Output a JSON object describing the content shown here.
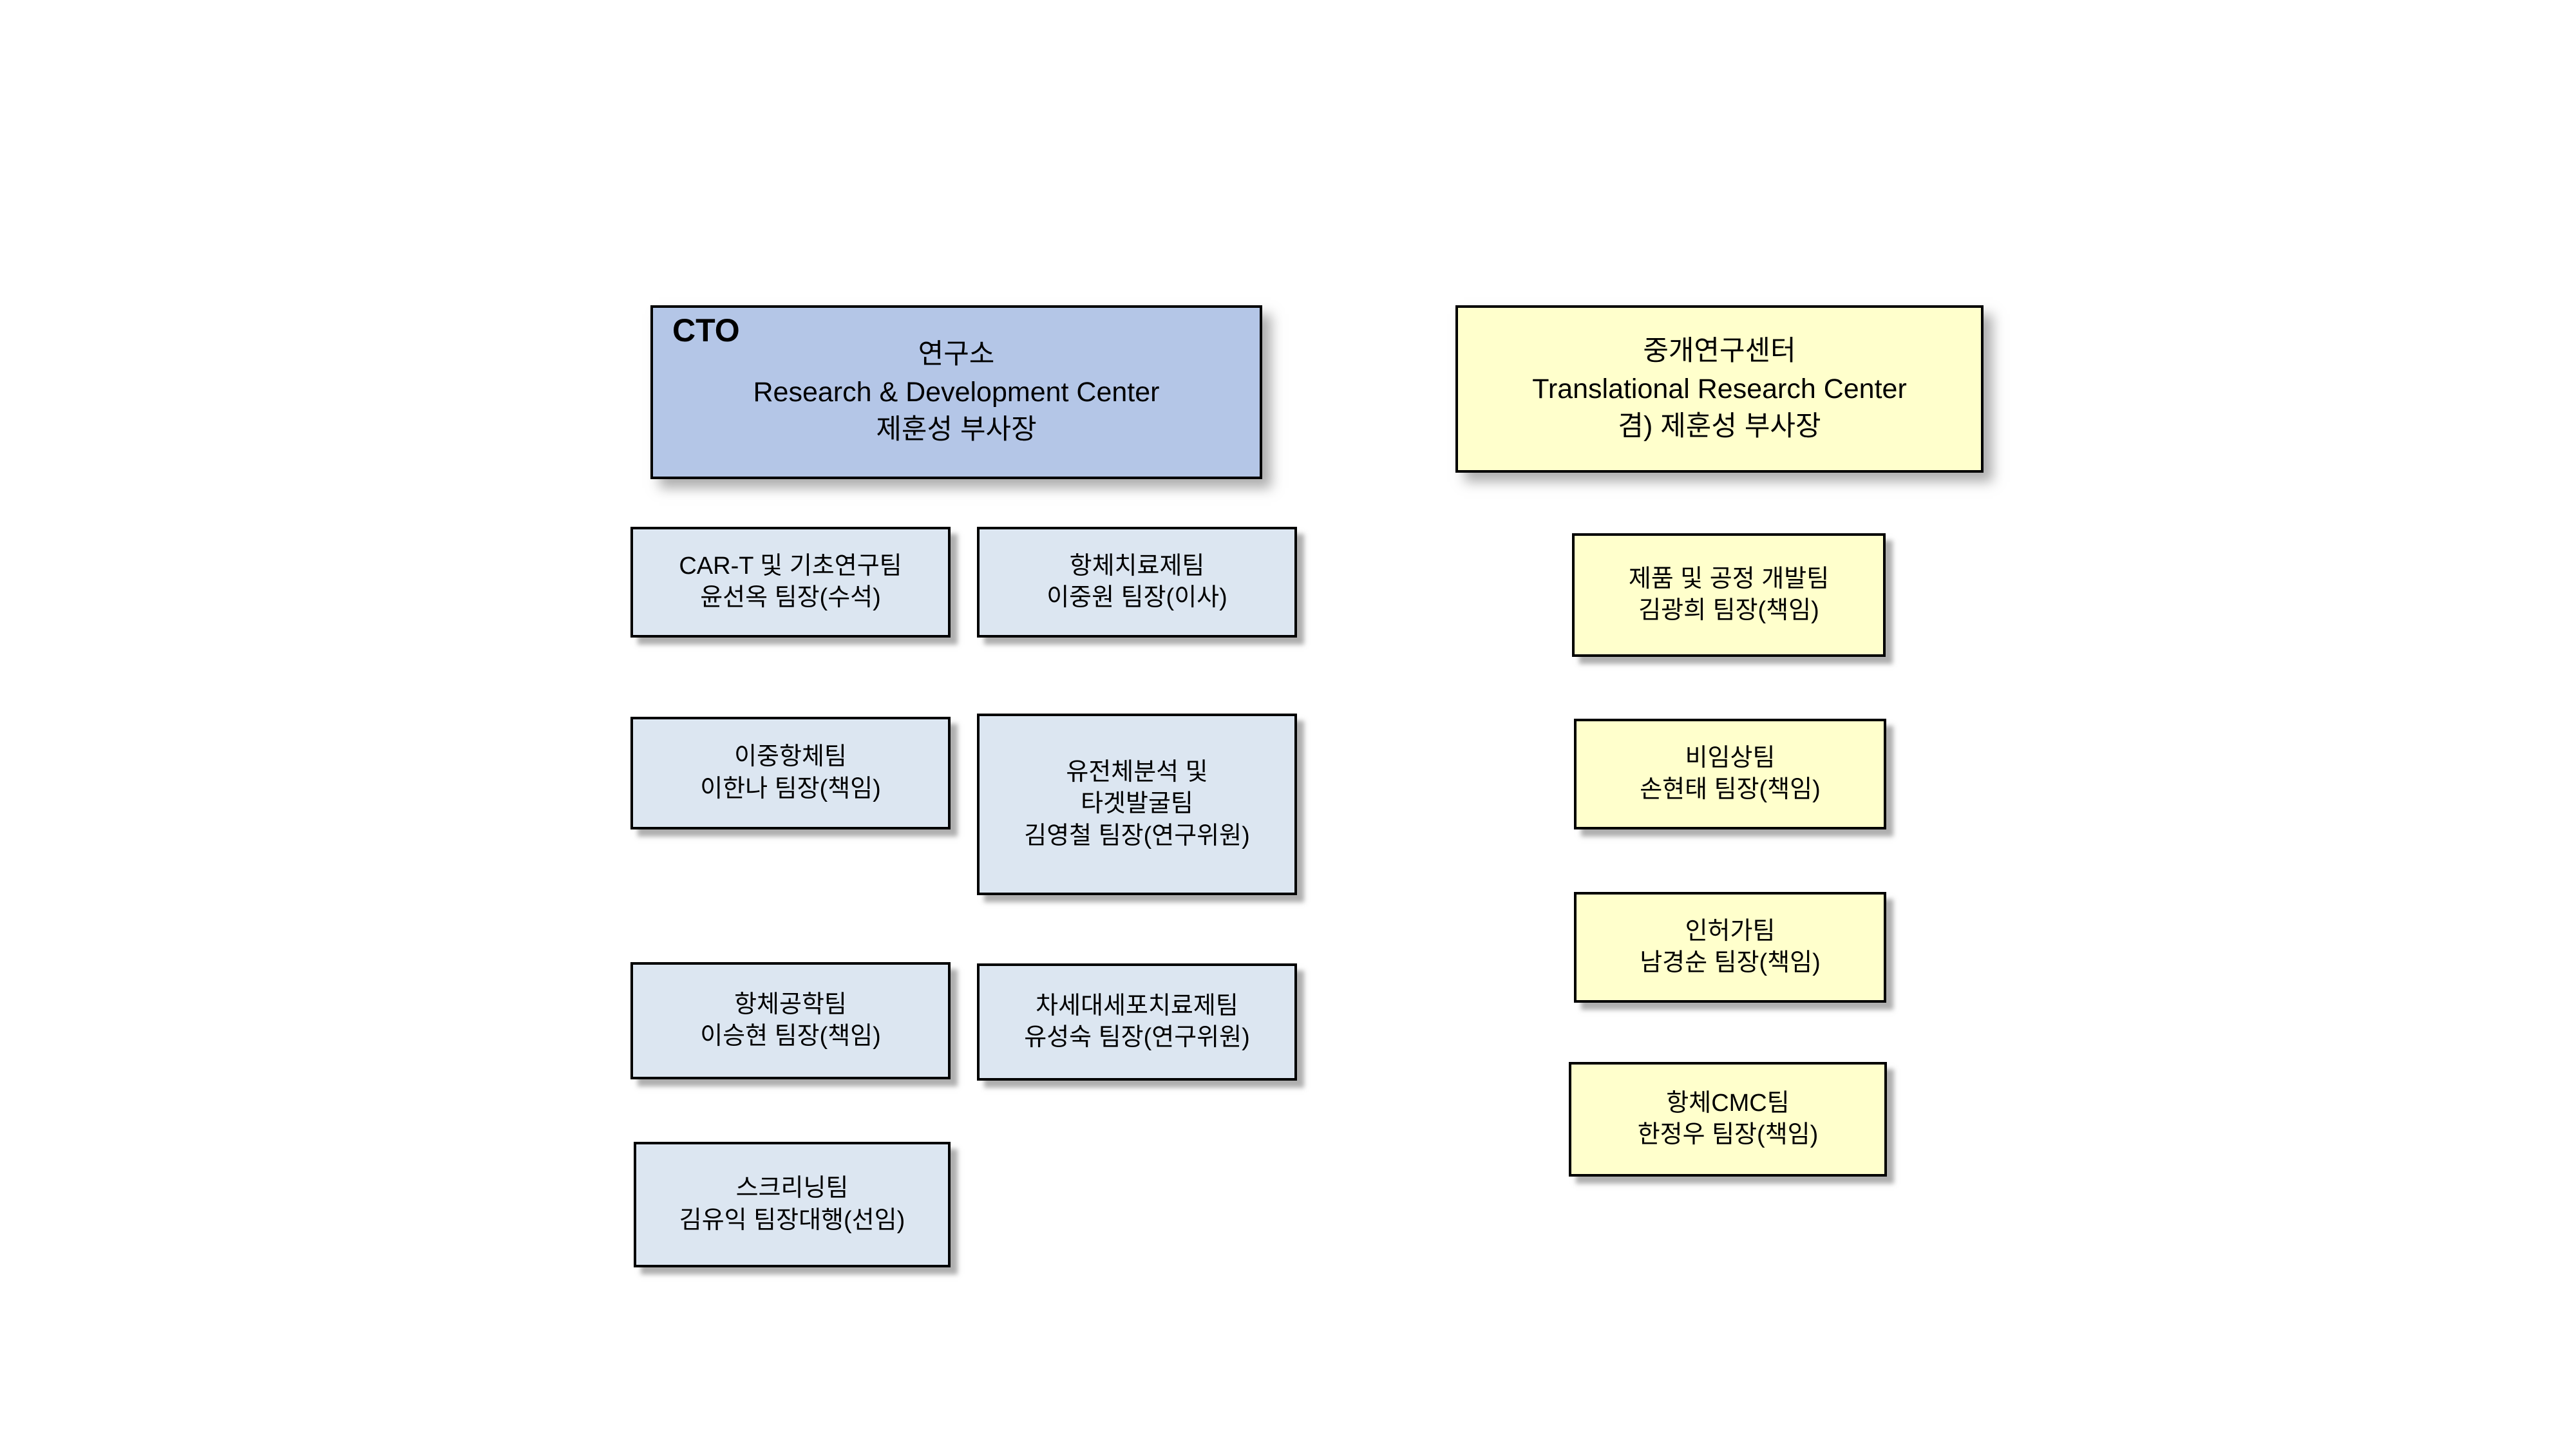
{
  "colors": {
    "page_background": "#ffffff",
    "header_blue_fill": "#b4c6e7",
    "team_blue_fill": "#dce6f1",
    "yellow_fill": "#ffffcc",
    "border": "#000000",
    "text": "#000000"
  },
  "rnd_center": {
    "corner_label": "CTO",
    "lines": [
      "연구소",
      "Research & Development Center",
      "제훈성 부사장"
    ]
  },
  "trc_center": {
    "lines": [
      "중개연구센터",
      "Translational Research Center",
      "겸) 제훈성 부사장"
    ]
  },
  "rnd_teams": [
    {
      "lines": [
        "CAR-T 및 기초연구팀",
        "윤선옥 팀장(수석)"
      ]
    },
    {
      "lines": [
        "항체치료제팀",
        "이중원 팀장(이사)"
      ]
    },
    {
      "lines": [
        "이중항체팀",
        "이한나 팀장(책임)"
      ]
    },
    {
      "lines": [
        "유전체분석 및",
        "타겟발굴팀",
        "김영철 팀장(연구위원)"
      ]
    },
    {
      "lines": [
        "항체공학팀",
        "이승현 팀장(책임)"
      ]
    },
    {
      "lines": [
        "차세대세포치료제팀",
        "유성숙 팀장(연구위원)"
      ]
    },
    {
      "lines": [
        "스크리닝팀",
        "김유익 팀장대행(선임)"
      ]
    }
  ],
  "trc_teams": [
    {
      "lines": [
        "제품 및 공정 개발팀",
        "김광희 팀장(책임)"
      ]
    },
    {
      "lines": [
        "비임상팀",
        "손현태 팀장(책임)"
      ]
    },
    {
      "lines": [
        "인허가팀",
        "남경순 팀장(책임)"
      ]
    },
    {
      "lines": [
        "항체CMC팀",
        "한정우 팀장(책임)"
      ]
    }
  ]
}
